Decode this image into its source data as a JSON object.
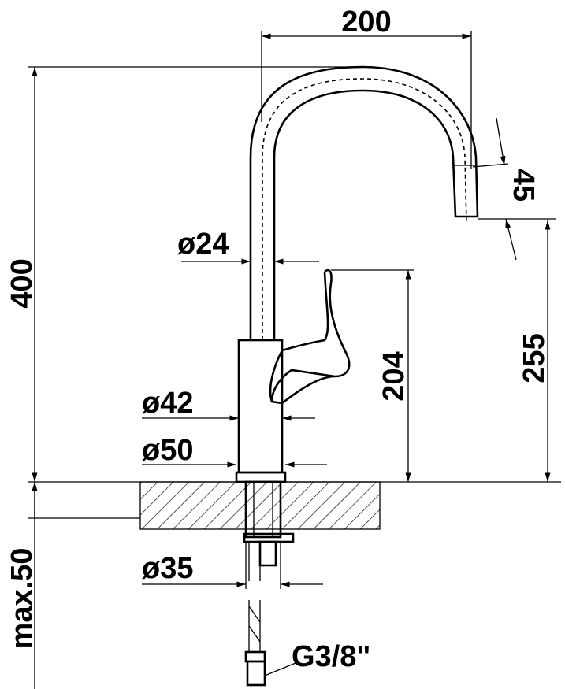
{
  "drawing": {
    "title": "Faucet dimension drawing",
    "dimensions": {
      "spout_reach": "200",
      "total_height": "400",
      "spout_outlet": "45",
      "spout_diameter": "ø24",
      "outlet_height": "255",
      "handle_height": "204",
      "body_diameter": "ø42",
      "base_diameter": "ø50",
      "max_counter_thickness": "max.50",
      "mount_hole_diameter": "ø35",
      "connection_thread": "G3/8\""
    },
    "colors": {
      "line": "#000000",
      "background": "#ffffff"
    }
  }
}
